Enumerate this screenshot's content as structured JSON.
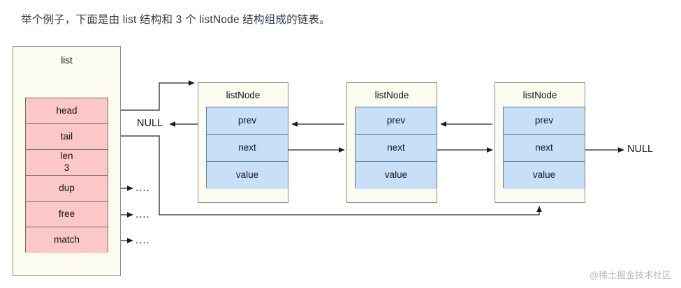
{
  "caption": "举个例子，下面是由 list 结构和 3 个 listNode 结构组成的链表。",
  "colors": {
    "struct_fill": "#fbfbf0",
    "struct_stroke": "#8d8d85",
    "list_field_fill": "#fbc7c7",
    "node_field_fill": "#c7e0f8",
    "node_field_stroke": "#5f7d97",
    "wire": "#4a4a4a",
    "caption_text": "#2f3a45",
    "watermark_text": "#b9b9b9"
  },
  "list_struct": {
    "title": "list",
    "fields": [
      {
        "name": "head",
        "value": ""
      },
      {
        "name": "tail",
        "value": ""
      },
      {
        "name": "len",
        "value": "3"
      },
      {
        "name": "dup",
        "value": ""
      },
      {
        "name": "free",
        "value": ""
      },
      {
        "name": "match",
        "value": ""
      }
    ]
  },
  "nodes": [
    {
      "title": "listNode",
      "fields": [
        "prev",
        "next",
        "value"
      ]
    },
    {
      "title": "listNode",
      "fields": [
        "prev",
        "next",
        "value"
      ]
    },
    {
      "title": "listNode",
      "fields": [
        "prev",
        "next",
        "value"
      ]
    }
  ],
  "labels": {
    "null_left": "NULL",
    "null_right": "NULL",
    "dup_target": "....",
    "free_target": "....",
    "match_target": "...."
  },
  "watermark": "@稀土掘金技术社区"
}
